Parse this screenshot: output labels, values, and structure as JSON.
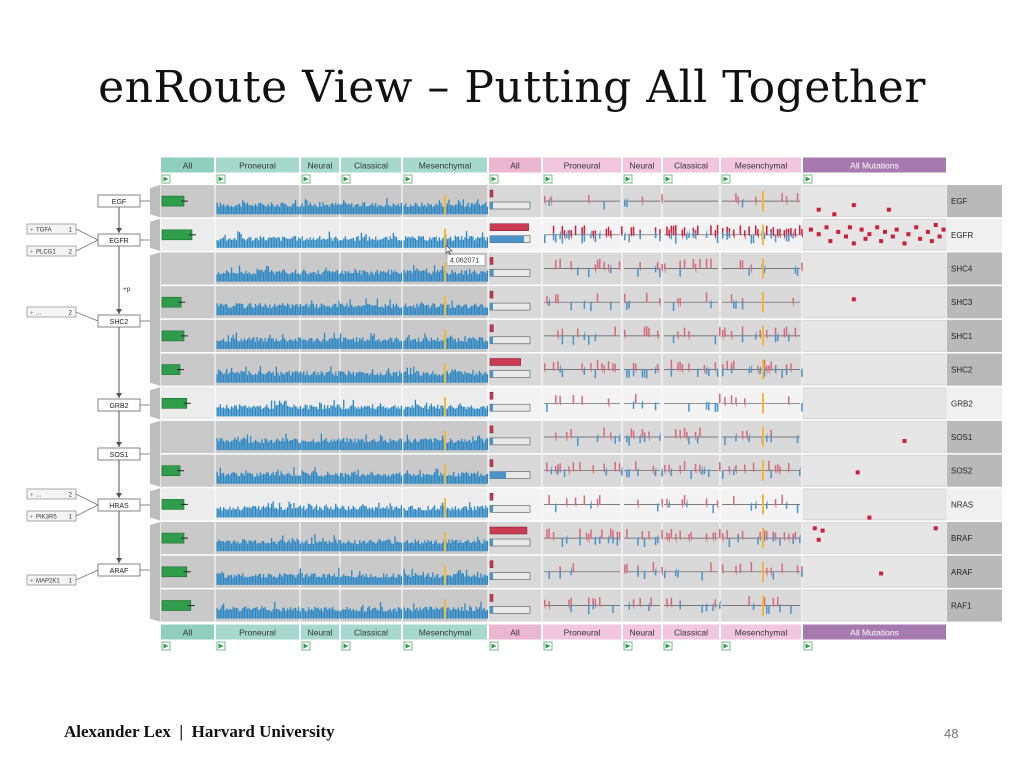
{
  "slide": {
    "title": "enRoute View – Putting All Together",
    "footer": "Alexander Lex  |  Harvard University",
    "page_number": "48"
  },
  "colors": {
    "expr_header": "#a6d9cc",
    "expr_header_all": "#8fcfbd",
    "mut_header": "#f2c6dc",
    "mut_header_all": "#eab7cf",
    "all_mut_header": "#a67ab0",
    "expression_bar": "#2a87c4",
    "highlight": "#f0b83a",
    "mutation": "#cc1f3a",
    "mutation_light": "#d66a7c",
    "frequency_bar": "#2e9e4a",
    "cell_bg": "#c9c9c9",
    "node_fill": "#ffffff"
  },
  "header_cells": [
    {
      "id": "expr-all",
      "label": "All",
      "kind": "expr-all"
    },
    {
      "id": "expr-proneural",
      "label": "Proneural",
      "kind": "expr"
    },
    {
      "id": "expr-neural",
      "label": "Neural",
      "kind": "expr"
    },
    {
      "id": "expr-classical",
      "label": "Classical",
      "kind": "expr"
    },
    {
      "id": "expr-mesenchymal",
      "label": "Mesenchymal",
      "kind": "expr"
    },
    {
      "id": "mut-all",
      "label": "All",
      "kind": "mut-all"
    },
    {
      "id": "mut-proneural",
      "label": "Proneural",
      "kind": "mut"
    },
    {
      "id": "mut-neural",
      "label": "Neural",
      "kind": "mut"
    },
    {
      "id": "mut-classical",
      "label": "Classical",
      "kind": "mut"
    },
    {
      "id": "mut-mesenchymal",
      "label": "Mesenchymal",
      "kind": "mut"
    },
    {
      "id": "all-mutations",
      "label": "All Mutations",
      "kind": "all-mut"
    }
  ],
  "pathway": {
    "nodes": [
      "EGF",
      "EGFR",
      "SHC2",
      "GRB2",
      "SOS1",
      "HRAS",
      "ARAF"
    ],
    "edge_label": "+p",
    "side_nodes": [
      {
        "label": "TGFA",
        "count": "1",
        "target": "EGFR"
      },
      {
        "label": "PLCG1",
        "count": "2",
        "target": "EGFR"
      },
      {
        "label": "...",
        "count": "2",
        "target": "SHC2"
      },
      {
        "label": "...",
        "count": "2",
        "target": "HRAS"
      },
      {
        "label": "PIK3R5",
        "count": "1",
        "target": "HRAS"
      },
      {
        "label": "MAP2K1",
        "count": "1",
        "target": "ARAF"
      }
    ]
  },
  "rows": [
    {
      "gene": "EGF",
      "freq": 0.55,
      "mut_all": [
        0.06,
        0.05
      ],
      "mut_density": 0.12,
      "all_mut_cells": [
        [
          3,
          9
        ],
        [
          7,
          11
        ],
        [
          12,
          7
        ],
        [
          21,
          9
        ]
      ],
      "highlight": false
    },
    {
      "gene": "EGFR",
      "freq": 0.75,
      "mut_all": [
        0.92,
        0.85
      ],
      "mut_density": 0.9,
      "all_mut_cells": [
        [
          1,
          3
        ],
        [
          3,
          5
        ],
        [
          5,
          2
        ],
        [
          6,
          8
        ],
        [
          8,
          4
        ],
        [
          10,
          6
        ],
        [
          11,
          2
        ],
        [
          12,
          9
        ],
        [
          14,
          3
        ],
        [
          15,
          7
        ],
        [
          16,
          5
        ],
        [
          18,
          2
        ],
        [
          19,
          8
        ],
        [
          20,
          4
        ],
        [
          22,
          6
        ],
        [
          23,
          3
        ],
        [
          25,
          9
        ],
        [
          26,
          5
        ],
        [
          28,
          2
        ],
        [
          29,
          7
        ],
        [
          31,
          4
        ],
        [
          32,
          8
        ],
        [
          33,
          1
        ],
        [
          34,
          6
        ],
        [
          35,
          3
        ]
      ],
      "highlight": true
    },
    {
      "gene": "SHC4",
      "freq": 0.0,
      "mut_all": [
        0.05,
        0.09
      ],
      "mut_density": 0.32,
      "all_mut_cells": [],
      "highlight": false
    },
    {
      "gene": "SHC3",
      "freq": 0.48,
      "mut_all": [
        0.06,
        0.05
      ],
      "mut_density": 0.25,
      "all_mut_cells": [
        [
          12,
          4
        ]
      ],
      "highlight": false
    },
    {
      "gene": "SHC1",
      "freq": 0.55,
      "mut_all": [
        0.08,
        0.06
      ],
      "mut_density": 0.3,
      "all_mut_cells": [],
      "highlight": false
    },
    {
      "gene": "SHC2",
      "freq": 0.45,
      "mut_all": [
        0.73,
        0.08
      ],
      "mut_density": 0.55,
      "all_mut_cells": [],
      "highlight": false
    },
    {
      "gene": "GRB2",
      "freq": 0.62,
      "mut_all": [
        0.04,
        0.05
      ],
      "mut_density": 0.22,
      "all_mut_cells": [],
      "highlight": true
    },
    {
      "gene": "SOS1",
      "freq": 0.0,
      "mut_all": [
        0.05,
        0.04
      ],
      "mut_density": 0.28,
      "all_mut_cells": [
        [
          25,
          7
        ]
      ],
      "highlight": false
    },
    {
      "gene": "SOS2",
      "freq": 0.45,
      "mut_all": [
        0.06,
        0.4
      ],
      "mut_density": 0.4,
      "all_mut_cells": [
        [
          13,
          6
        ]
      ],
      "highlight": false
    },
    {
      "gene": "NRAS",
      "freq": 0.55,
      "mut_all": [
        0.04,
        0.05
      ],
      "mut_density": 0.2,
      "all_mut_cells": [
        [
          16,
          11
        ]
      ],
      "highlight": true
    },
    {
      "gene": "BRAF",
      "freq": 0.55,
      "mut_all": [
        0.88,
        0.06
      ],
      "mut_density": 0.6,
      "all_mut_cells": [
        [
          2,
          1
        ],
        [
          4,
          2
        ],
        [
          3,
          6
        ],
        [
          33,
          1
        ]
      ],
      "highlight": false
    },
    {
      "gene": "ARAF",
      "freq": 0.62,
      "mut_all": [
        0.05,
        0.06
      ],
      "mut_density": 0.3,
      "all_mut_cells": [
        [
          19,
          6
        ]
      ],
      "highlight": false
    },
    {
      "gene": "RAF1",
      "freq": 0.72,
      "mut_all": [
        0.05,
        0.08
      ],
      "mut_density": 0.35,
      "all_mut_cells": [],
      "highlight": false
    }
  ],
  "tooltip": {
    "row": "EGFR",
    "text": "4.062071"
  }
}
